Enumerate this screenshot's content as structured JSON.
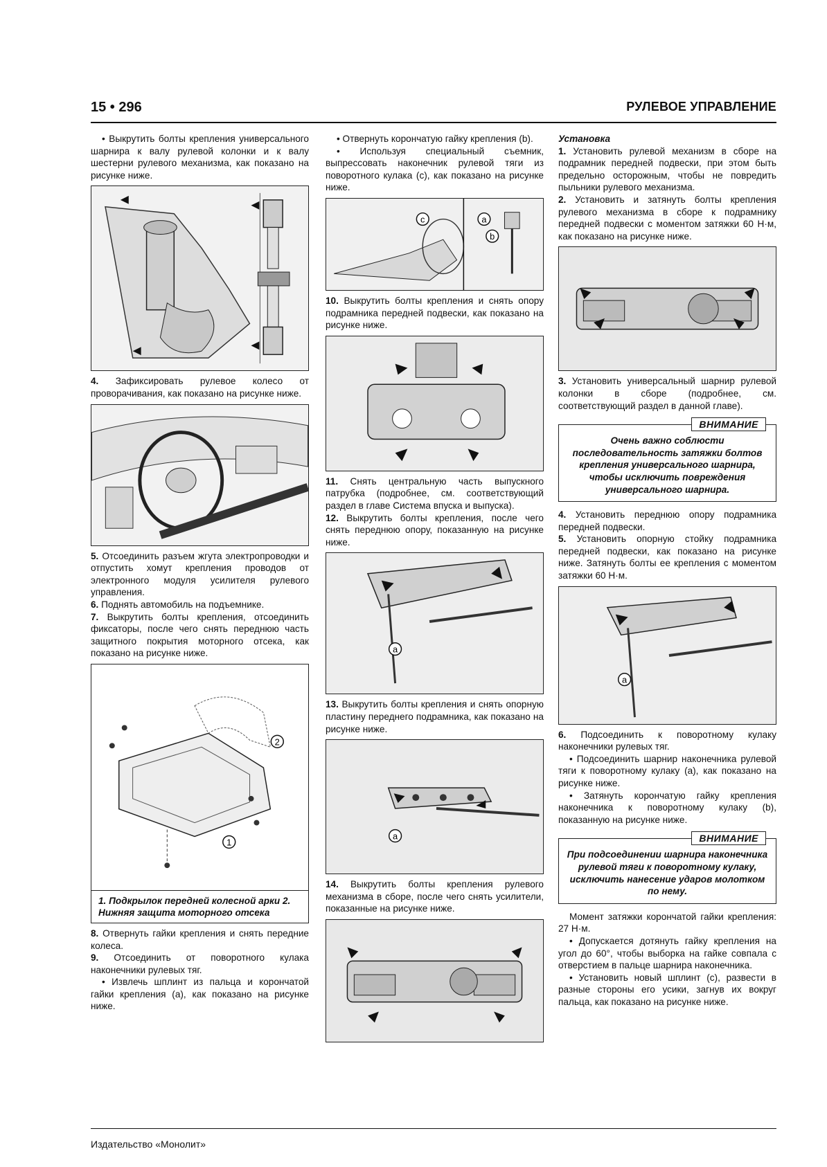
{
  "header": {
    "page_number": "15 • 296",
    "section_title": "РУЛЕВОЕ УПРАВЛЕНИЕ"
  },
  "footer": {
    "publisher": "Издательство «Монолит»"
  },
  "col1": {
    "p1": "• Выкрутить болты крепления универсального шарнира к валу рулевой колонки и к валу шестерни рулевого механизма, как показано на рисунке ниже.",
    "step4_num": "4.",
    "step4": " Зафиксировать рулевое колесо от проворачивания, как показано на рисунке ниже.",
    "step5_num": "5.",
    "step5": " Отсоединить разъем жгута электропроводки и отпустить хомут крепления проводов от электронного модуля усилителя рулевого управления.",
    "step6_num": "6.",
    "step6": " Поднять автомобиль на подъемнике.",
    "step7_num": "7.",
    "step7": " Выкрутить болты крепления, отсоединить фиксаторы, после чего снять переднюю часть защитного покрытия моторного отсека, как показано на рисунке ниже.",
    "fig_label_1": "1",
    "fig_label_2": "2",
    "caption": "1. Подкрылок передней колесной арки 2. Нижняя защита моторного отсека",
    "step8_num": "8.",
    "step8": " Отвернуть гайки крепления и снять передние колеса.",
    "step9_num": "9.",
    "step9": " Отсоединить от поворотного кулака наконечники рулевых тяг.",
    "p_last": "• Извлечь шплинт из пальца и корончатой гайки крепления (а), как показано на рисунке ниже."
  },
  "col2": {
    "p1": "• Отвернуть корончатую гайку крепления (b).",
    "p2": "• Используя специальный съемник, выпрессовать наконечник рулевой тяги из поворотного кулака (с), как показано на рисунке ниже.",
    "fig_a": "a",
    "fig_b": "b",
    "fig_c": "c",
    "step10_num": "10.",
    "step10": " Выкрутить болты крепления и снять опору подрамника передней подвески, как показано на рисунке ниже.",
    "step11_num": "11.",
    "step11": " Снять центральную часть выпускного патрубка (подробнее, см. соответствующий раздел в главе Система впуска и выпуска).",
    "step12_num": "12.",
    "step12": " Выкрутить болты крепления, после чего снять переднюю опору, показанную на рисунке ниже.",
    "fig12_a": "a",
    "step13_num": "13.",
    "step13": " Выкрутить болты крепления и снять опорную пластину переднего подрамника, как показано на рисунке ниже.",
    "fig13_a": "a",
    "step14_num": "14.",
    "step14": " Выкрутить болты крепления рулевого механизма в сборе, после чего снять усилители, показанные на рисунке ниже."
  },
  "col3": {
    "subhead": "Установка",
    "step1_num": "1.",
    "step1": " Установить рулевой механизм в сборе на подрамник передней подвески, при этом быть предельно осторожным, чтобы не повредить пыльники рулевого механизма.",
    "step2_num": "2.",
    "step2": " Установить и затянуть болты крепления рулевого механизма в сборе к подрамнику передней подвески с моментом затяжки 60 Н·м, как показано на рисунке ниже.",
    "step3_num": "3.",
    "step3": " Установить универсальный шарнир рулевой колонки в сборе (подробнее, см. соответствующий раздел в данной главе).",
    "warn1_label": "ВНИМАНИЕ",
    "warn1": "Очень важно соблюсти последовательность затяжки болтов крепления универсального шарнира, чтобы исключить повреждения универсального шарнира.",
    "step4_num": "4.",
    "step4": " Установить переднюю опору подрамника передней подвески.",
    "step5_num": "5.",
    "step5": " Установить опорную стойку подрамника передней подвески, как показано на рисунке ниже. Затянуть болты ее крепления с моментом затяжки 60 Н·м.",
    "fig_a": "a",
    "step6_num": "6.",
    "step6": " Подсоединить к поворотному кулаку наконечники рулевых тяг.",
    "p6a": "• Подсоединить шарнир наконечника рулевой тяги к поворотному кулаку (а), как показано на рисунке ниже.",
    "p6b": "• Затянуть корончатую гайку крепления наконечника к поворотному кулаку (b), показанную на рисунке ниже.",
    "warn2_label": "ВНИМАНИЕ",
    "warn2": "При подсоединении шарнира наконечника рулевой тяги к поворотному кулаку, исключить нанесение ударов молотком по нему.",
    "p7": "Момент затяжки корончатой гайки крепления: 27 Н·м.",
    "p8": "• Допускается дотянуть гайку крепления на угол до 60°, чтобы выборка на гайке совпала с отверстием в пальце шарнира наконечника.",
    "p9": "• Установить новый шплинт (с), развести в разные стороны его усики, загнув их вокруг пальца, как показано на рисунке ниже."
  }
}
